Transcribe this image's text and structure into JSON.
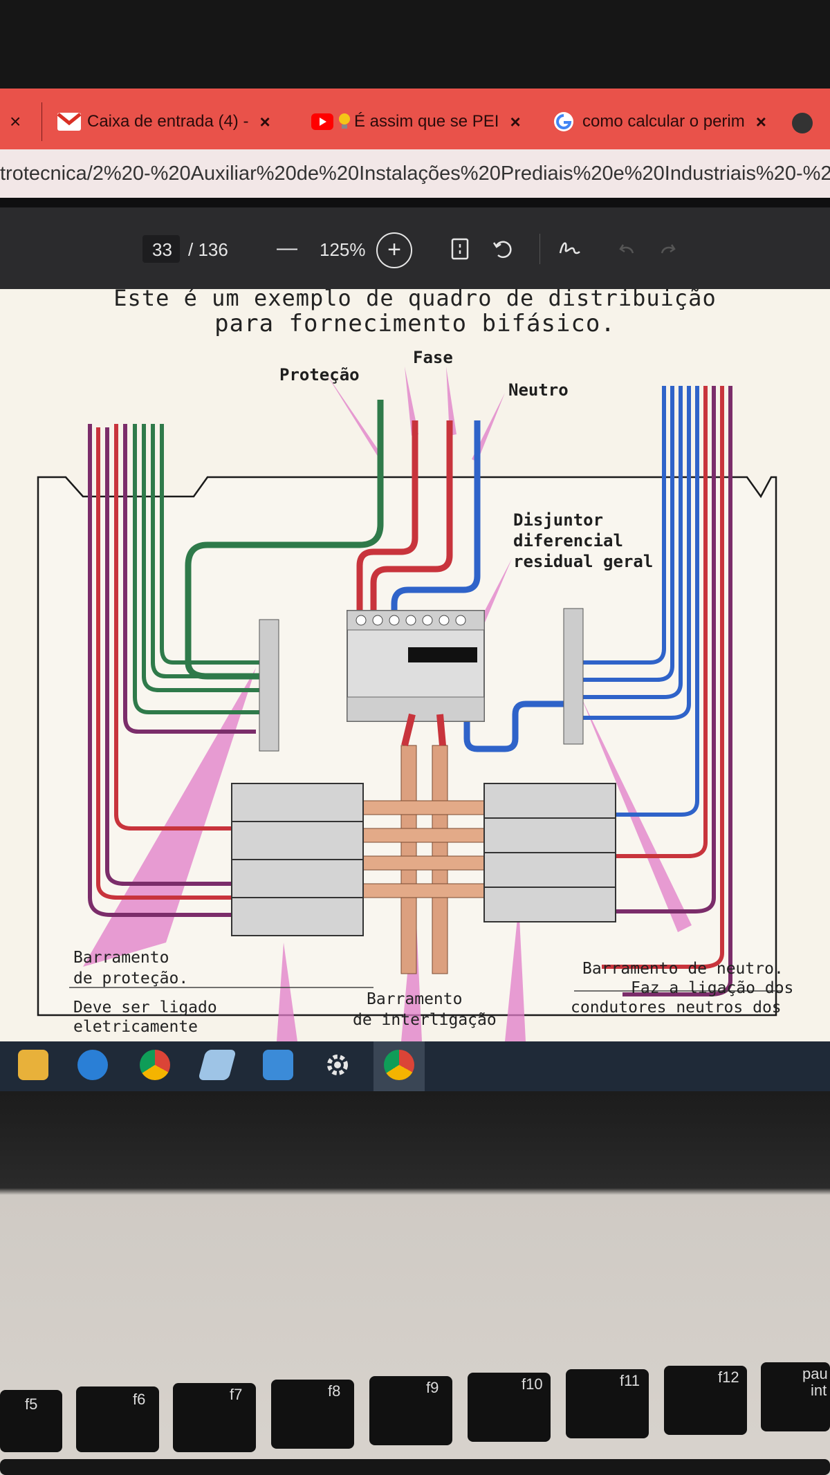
{
  "browser": {
    "tabs": [
      {
        "label": "Caixa de entrada (4) -",
        "icon": "gmail-icon"
      },
      {
        "label": "É assim que se PEI",
        "icon": "youtube-icon"
      },
      {
        "label": "como calcular o perim",
        "icon": "google-icon"
      }
    ],
    "address": "trotecnica/2%20-%20Auxiliar%20de%20Instalações%20Prediais%20e%20Industriais%20-%20CBO%20-",
    "close_glyph": "×"
  },
  "pdf_toolbar": {
    "page_current": "33",
    "page_total": "/ 136",
    "zoom_out": "—",
    "zoom": "125%",
    "zoom_in": "+"
  },
  "document": {
    "title_line1": "Este é um exemplo de quadro de distribuição",
    "title_line2": "para fornecimento bifásico.",
    "labels": {
      "protecao": "Proteção",
      "fase": "Fase",
      "neutro": "Neutro",
      "disjuntor_1": "Disjuntor",
      "disjuntor_2": "diferencial",
      "disjuntor_3": "residual geral"
    },
    "captions": {
      "protecao_1": "Barramento",
      "protecao_2": "de proteção.",
      "protecao_3": "Deve ser ligado",
      "protecao_4": "eletricamente",
      "interligacao_1": "Barramento",
      "interligacao_2": "de interligação",
      "neutro_1": "Barramento de neutro.",
      "neutro_2": "Faz a ligação dos",
      "neutro_3": "condutores neutros dos"
    }
  },
  "keyboard": {
    "keys": [
      "f5",
      "f6",
      "f7",
      "f8",
      "f9",
      "f10",
      "f11",
      "f12",
      "pau",
      "int"
    ]
  },
  "colors": {
    "tab_bar": "#e9524a",
    "pdf_toolbar": "#2b2b2d",
    "wire_fase": "#c8343c",
    "wire_neutro": "#2f63c9",
    "wire_protecao": "#2f7a4a",
    "pointer": "#e07cc8"
  }
}
